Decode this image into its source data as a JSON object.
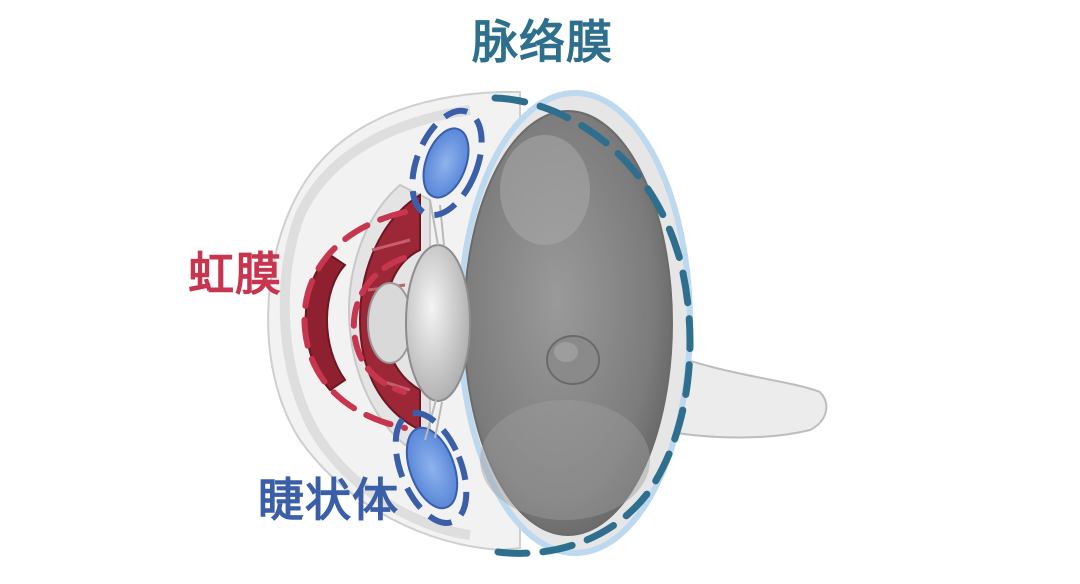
{
  "labels": {
    "choroid": "脉络膜",
    "iris": "虹膜",
    "ciliary_body": "睫状体"
  },
  "colors": {
    "choroid": "#2f6f8e",
    "iris": "#c7354f",
    "ciliary_body": "#3a5fa8",
    "retina_gray": "#8a8a8a",
    "sclera": "#eeeeee"
  }
}
